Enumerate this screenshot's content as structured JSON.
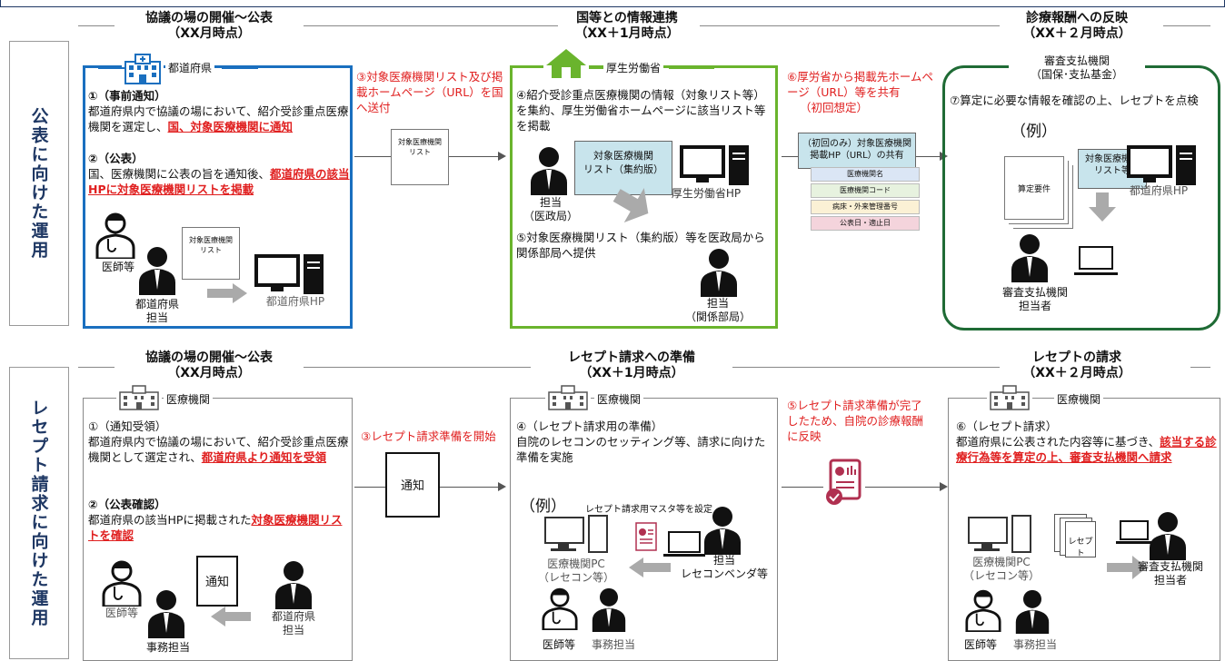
{
  "sections": {
    "top_label": "公表に向けた運用",
    "bottom_label": "レセプト請求に向けた運用"
  },
  "top": {
    "col1": {
      "heading": "協議の場の開催～公表\n（XX月時点）",
      "box_label": "都道府県",
      "s1_title": "①（事前通知）",
      "s1_body": "都道府県内で協議の場において、紹介受診重点医療機関を選定し、",
      "s1_red": "国、対象医療機関に通知",
      "s2_title": "②（公表）",
      "s2_body": "国、医療機関に公表の旨を通知後、",
      "s2_red": "都道府県の該当HPに対象医療機関リストを掲載",
      "doc": "対象医療機関\nリスト",
      "doctor": "医師等",
      "staff": "都道府県\n担当",
      "hp": "都道府県HP"
    },
    "link1": {
      "text": "③対象医療機関リスト及び掲載ホームページ（URL）を国へ送付",
      "doc": "対象医療機関\nリスト"
    },
    "col2": {
      "heading": "国等との情報連携\n（XX＋1月時点）",
      "box_label": "厚生労働省",
      "s4": "④紹介受診重点医療機関の情報（対象リスト等）を集約、厚生労働省ホームページに該当リスト等を掲載",
      "doc": "対象医療機関\nリスト（集約版）",
      "staff": "担当\n（医政局）",
      "hp": "厚生労働省HP",
      "s5": "⑤対象医療機関リスト（集約版）等を医政局から関係部局へ提供",
      "staff2": "担当\n（関係部局）"
    },
    "link2": {
      "text": "⑥厚労省から掲載先ホームページ（URL）等を共有",
      "sub": "（初回想定）",
      "doc": "（初回のみ）対象医療機関\n掲載HP（URL）の共有",
      "rows": [
        "医療機関名",
        "医療機関コード",
        "病床・外来管理番号",
        "公表日・適止日"
      ]
    },
    "col3": {
      "heading": "診療報酬への反映\n（XX＋２月時点）",
      "box_label": "審査支払機関\n（国保･支払基金）",
      "s7": "⑦算定に必要な情報を確認の上、レセプトを点検",
      "example": "（例）",
      "doc1": "算定要件",
      "doc2": "対象医療機関\nリスト等",
      "hp": "都道府県HP",
      "staff": "審査支払機関\n担当者"
    }
  },
  "bottom": {
    "col1": {
      "heading": "協議の場の開催～公表\n（XX月時点）",
      "box_label": "医療機関",
      "s1_title": "①（通知受領）",
      "s1_body": "都道府県内で協議の場において、紹介受診重点医療機関として選定され、",
      "s1_red": "都道府県より通知を受領",
      "s2_title": "②（公表確認）",
      "s2_body": "都道府県の該当HPに掲載された",
      "s2_red": "対象医療機関リストを確認",
      "doctor": "医師等",
      "staff": "事務担当",
      "notice": "通知",
      "pref": "都道府県\n担当"
    },
    "link1": {
      "text": "③レセプト請求準備を開始",
      "notice": "通知"
    },
    "col2": {
      "heading": "レセプト請求への準備\n（XX＋1月時点）",
      "box_label": "医療機関",
      "s4": "④（レセプト請求用の準備）\n自院のレセコンのセッティング等、請求に向けた準備を実施",
      "example": "（例）",
      "note": "レセプト請求用マスタ等を設定",
      "pc": "医療機関PC\n（レセコン等）",
      "vendor": "担当\nレセコンベンダ等",
      "doctor": "医師等",
      "staff": "事務担当"
    },
    "link2": {
      "text": "⑤レセプト請求準備が完了したため、自院の診療報酬に反映"
    },
    "col3": {
      "heading": "レセプトの請求\n（XX＋２月時点）",
      "box_label": "医療機関",
      "s6_title": "⑥（レセプト請求）",
      "s6_body": "都道府県に公表された内容等に基づき、",
      "s6_red": "該当する診療行為等を算定の上、審査支払機関へ請求",
      "pc": "医療機関PC\n（レセコン等）",
      "receipt": "レセプト",
      "payer": "審査支払機関\n担当者",
      "doctor": "医師等",
      "staff": "事務担当"
    }
  },
  "colors": {
    "blue": "#1a6fbf",
    "green": "#6ab42d",
    "darkgreen": "#1f6b35",
    "red": "#e02020",
    "navy": "#1f3864"
  },
  "icons": [
    "hospital-icon",
    "home-icon",
    "person-icon",
    "doctor-icon",
    "pc-icon",
    "document-icon",
    "laptop-icon",
    "gray-arrow-icon",
    "report-icon"
  ]
}
